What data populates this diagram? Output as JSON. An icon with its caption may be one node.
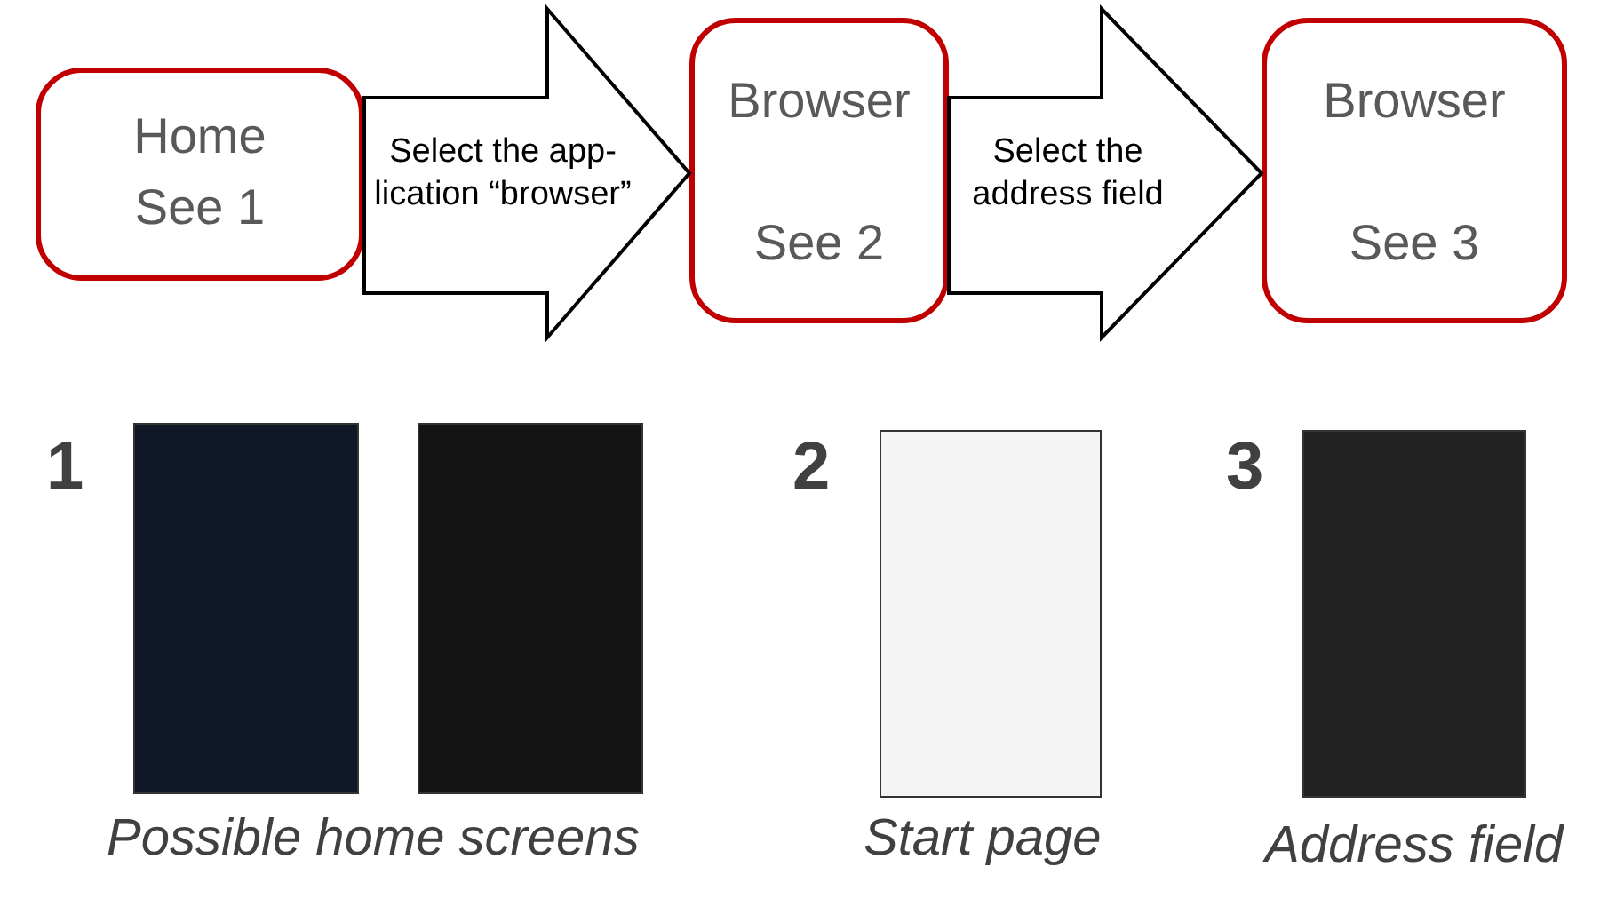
{
  "diagram": {
    "nodes": [
      {
        "text": [
          "Home",
          "See 1"
        ]
      },
      {
        "text": [
          "Browser",
          "See 2"
        ]
      },
      {
        "text": [
          "Browser",
          "See 3"
        ]
      }
    ],
    "edges": [
      {
        "from": 0,
        "to": 1,
        "arrow": "to",
        "label": "Select the app-lication “browser”"
      },
      {
        "from": 1,
        "to": 2,
        "arrow": "to",
        "label": "Select the address field"
      }
    ],
    "labels": [
      "1",
      "2",
      "3",
      "Possible home screens",
      "Start page",
      "Address field"
    ]
  }
}
